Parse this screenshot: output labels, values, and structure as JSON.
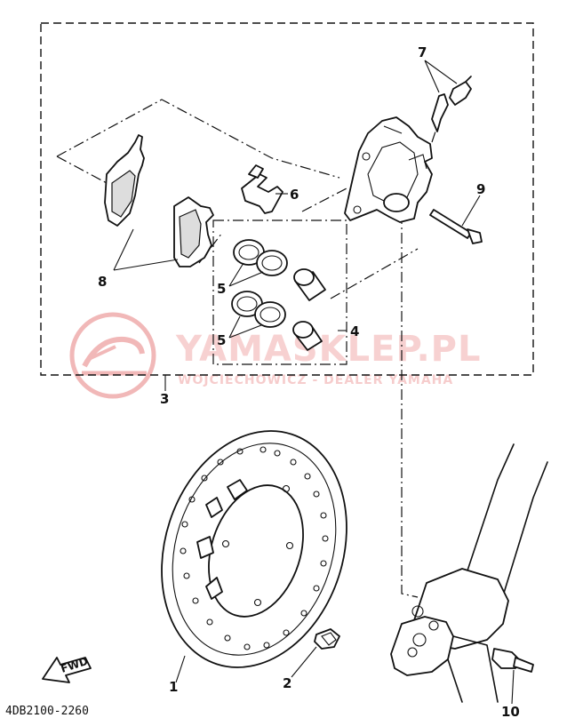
{
  "callouts": {
    "disc": "1",
    "bolt": "2",
    "caliper_assy": "3",
    "seal_kit": "4",
    "seal_a": "5",
    "seal_b": "5",
    "pad_support": "6",
    "bleed_screw": "7",
    "brake_pads": "8",
    "caliper_bolt": "9",
    "mount_bolt": "10"
  },
  "direction_label": "FWD",
  "diagram_code": "4DB2100-2260",
  "watermark": {
    "title": "YAMASKLEP.PL",
    "subtitle": "WOJCIECHOWICZ - DEALER YAMAHA",
    "logo_color": "#e57373"
  }
}
